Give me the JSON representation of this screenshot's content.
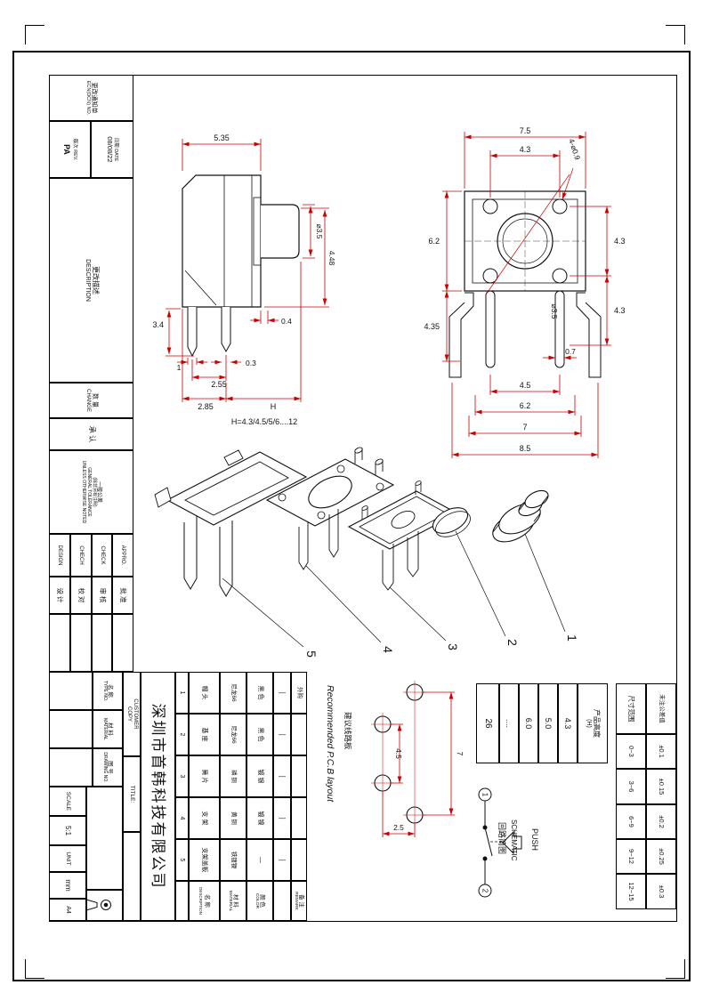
{
  "title_block": {
    "ecn_cn": "更改通知单",
    "ecn_en": "ECN(DCN) NO.",
    "rev_label": "版次 REV.",
    "rev_value": "PA",
    "date_label": "日期 DATE",
    "date_value": "08/08/22",
    "desc_cn": "更改描述",
    "desc_en": "DESCRIPTION",
    "qty_cn": "数 量",
    "qty_en": "CHANGE",
    "ack": "承 认",
    "tol_cn": "一般公差",
    "tol_cn2": "(除非另有注明)",
    "tol_en1": "GENERAL TOLERANCE",
    "tol_en2": "UNLESS OTHERWISE NOTED",
    "sign_cols": [
      {
        "en": "DESIGN",
        "cn": "设 计"
      },
      {
        "en": "CHECH",
        "cn": "校 对"
      },
      {
        "en": "CHECK",
        "cn": "审 核"
      },
      {
        "en": "APPRO.",
        "cn": "批 准"
      }
    ],
    "type_cn": "名 称",
    "type_en": "TYPE NO.",
    "mat_cn": "材 料",
    "mat_en": "MATERIAL",
    "dwg_cn": "图 号",
    "dwg_en": "DRAWING NO.",
    "scale_label": "SCALE",
    "scale_value": "5:1",
    "unit_label": "UNIT",
    "unit_value": "mm",
    "paper_size": "A4",
    "customer": "CUSTOMER",
    "copy": "COPY",
    "title_label": "TITLE:",
    "company": "深圳市首韩科技有限公司"
  },
  "bom": {
    "headers": {
      "name_cn": "名 称",
      "name_en": "DESCRIPTION",
      "mat_cn": "材 料",
      "mat_en": "MATERIAL",
      "color_cn": "颜 色",
      "color_en": "COLOR",
      "remark_cn": "备 注",
      "remark_en": "REMARK"
    },
    "rows": [
      {
        "no": "1",
        "name": "帽 头",
        "material": "尼龙66",
        "color": "黑 色",
        "dash": "—",
        "remark": "外购"
      },
      {
        "no": "2",
        "name": "基 座",
        "material": "尼龙66",
        "color": "黑 色",
        "dash": "—",
        "remark": ""
      },
      {
        "no": "3",
        "name": "簧 片",
        "material": "磷 铜",
        "color": "镀 银",
        "dash": "—",
        "remark": ""
      },
      {
        "no": "4",
        "name": "支 架",
        "material": "黄 铜",
        "color": "镀 镍",
        "dash": "—",
        "remark": ""
      },
      {
        "no": "5",
        "name": "支架盖板",
        "material": "铁镀镍",
        "color": "—",
        "dash": "—",
        "remark": ""
      }
    ]
  },
  "height_table": {
    "header_cn": "产品高度",
    "header_sub": "(H)",
    "v1": "26",
    "v2": "....",
    "v3": "6.0",
    "v4": "5.0",
    "v5": "4.3"
  },
  "tol_table": {
    "h_range": "尺寸范围",
    "h_tol": "未注公差值",
    "rows": [
      {
        "range": "0~3",
        "tol": "±0.1"
      },
      {
        "range": "3~6",
        "tol": "±0.15"
      },
      {
        "range": "6~9",
        "tol": "±0.2"
      },
      {
        "range": "9~12",
        "tol": "±0.25"
      },
      {
        "range": "12~15",
        "tol": "±0.3"
      }
    ]
  },
  "side_view": {
    "d_width": "5.35",
    "d_stem_dia": "⌀3.5",
    "d_448": "4.48",
    "d_04": "0.4",
    "d_34": "3.4",
    "d_1": "1",
    "d_03": "0.3",
    "d_255": "2.55",
    "d_285": "2.85",
    "d_h": "H",
    "note": "H=4.3/4.5/5/6....12"
  },
  "top_view": {
    "d_75": "7.5",
    "d_43_top": "4.3",
    "d_62_left": "6.2",
    "d_43_right": "4.3",
    "d_435": "4.35",
    "d_43_right2": "4.3",
    "d_holes": "4-⌀0.9",
    "d_stem_dia": "⌀3.5",
    "d_07": "0.7",
    "d_45": "4.5",
    "d_62_bot": "6.2",
    "d_7": "7",
    "d_85": "8.5"
  },
  "pcb": {
    "label_en": "Recommended P.C.B layout",
    "label_cn": "建议线路板",
    "d_45": "4.5",
    "d_7": "7",
    "d_25": "2.5"
  },
  "schematic": {
    "label_cn": "回路简图",
    "label_en": "SCHEMATIC",
    "push": "PUSH",
    "pin1": "1",
    "pin2": "2"
  },
  "exploded": {
    "n1": "1",
    "n2": "2",
    "n3": "3",
    "n4": "4",
    "n5": "5"
  },
  "colors": {
    "dim_red": "#cc0000",
    "line_black": "#111111"
  }
}
